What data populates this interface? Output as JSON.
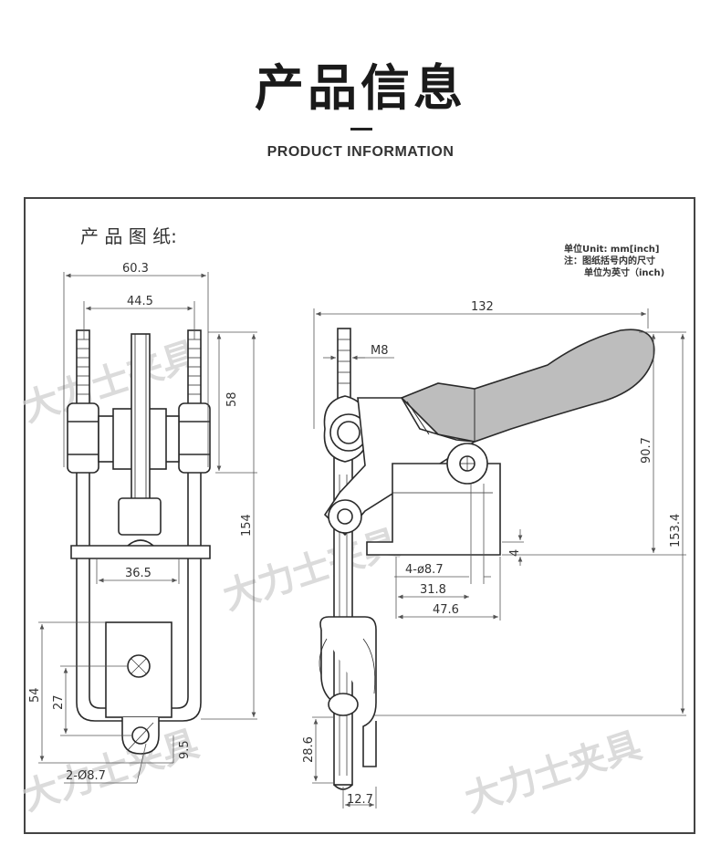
{
  "header": {
    "title": "产品信息",
    "subtitle": "PRODUCT INFORMATION"
  },
  "drawing": {
    "label": "产 品 图 纸:",
    "unit_note": {
      "line1": "单位Unit:  mm[inch]",
      "line2": "注：图纸括号内的尺寸",
      "line3": "单位为英寸（inch)"
    },
    "watermark": "大力士夹具",
    "front_view": {
      "dim_width_outer": "60.3",
      "dim_width_inner": "44.5",
      "dim_height_bolt": "58",
      "dim_height_total": "154",
      "dim_width_base": "36.5",
      "dim_height_lower": "54",
      "dim_height_eye": "27",
      "dim_eye_hole": "2-Ø8.7",
      "dim_eye_offset": "9.5"
    },
    "side_view": {
      "dim_length_total": "132",
      "dim_thread": "M8",
      "dim_handle_height": "90.7",
      "dim_height_total": "153.4",
      "dim_base_thickness": "4",
      "dim_holes": "4-ø8.7",
      "dim_hole_spacing": "31.8",
      "dim_base_length": "47.6",
      "dim_hook_height": "28.6",
      "dim_hook_width": "12.7"
    }
  },
  "colors": {
    "line": "#2a2a2a",
    "dim_line": "#555555",
    "handle_fill": "#bdbdbd",
    "watermark": "#cfcfcf"
  }
}
